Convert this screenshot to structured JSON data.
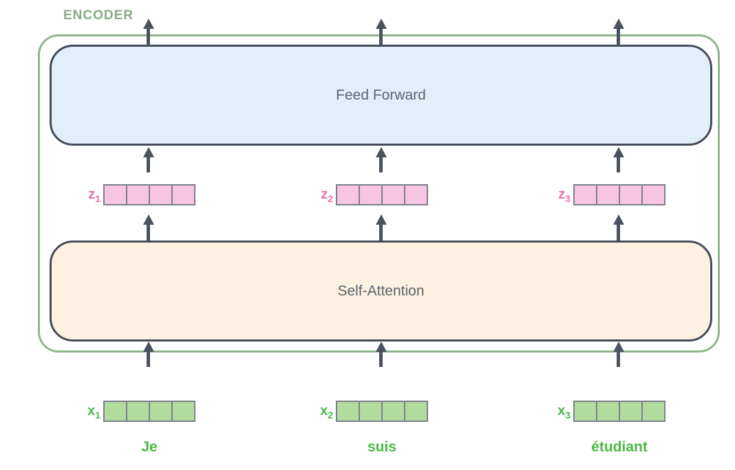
{
  "diagram": {
    "encoder_label": "ENCODER",
    "boxes": {
      "feed_forward": "Feed Forward",
      "self_attention": "Self-Attention"
    },
    "z_vectors": [
      {
        "name": "z",
        "subscript": "1",
        "cells": 4
      },
      {
        "name": "z",
        "subscript": "2",
        "cells": 4
      },
      {
        "name": "z",
        "subscript": "3",
        "cells": 4
      }
    ],
    "x_vectors": [
      {
        "name": "x",
        "subscript": "1",
        "cells": 4,
        "word": "Je"
      },
      {
        "name": "x",
        "subscript": "2",
        "cells": 4,
        "word": "suis"
      },
      {
        "name": "x",
        "subscript": "3",
        "cells": 4,
        "word": "étudiant"
      }
    ],
    "colors": {
      "encoder_border": "#90b58c",
      "encoder_label": "#85ab80",
      "feed_forward_fill": "#e2eefa",
      "self_attention_fill": "#fdf1e1",
      "box_border": "#454c59",
      "box_text": "#5b6472",
      "arrow": "#4b525f",
      "z_label": "#ee6db1",
      "z_cell_fill": "#f6c5e1",
      "x_label": "#49b845",
      "x_cell_fill": "#b1dc9e",
      "cell_border": "#7e7e8a",
      "word_text": "#4bb944"
    }
  }
}
